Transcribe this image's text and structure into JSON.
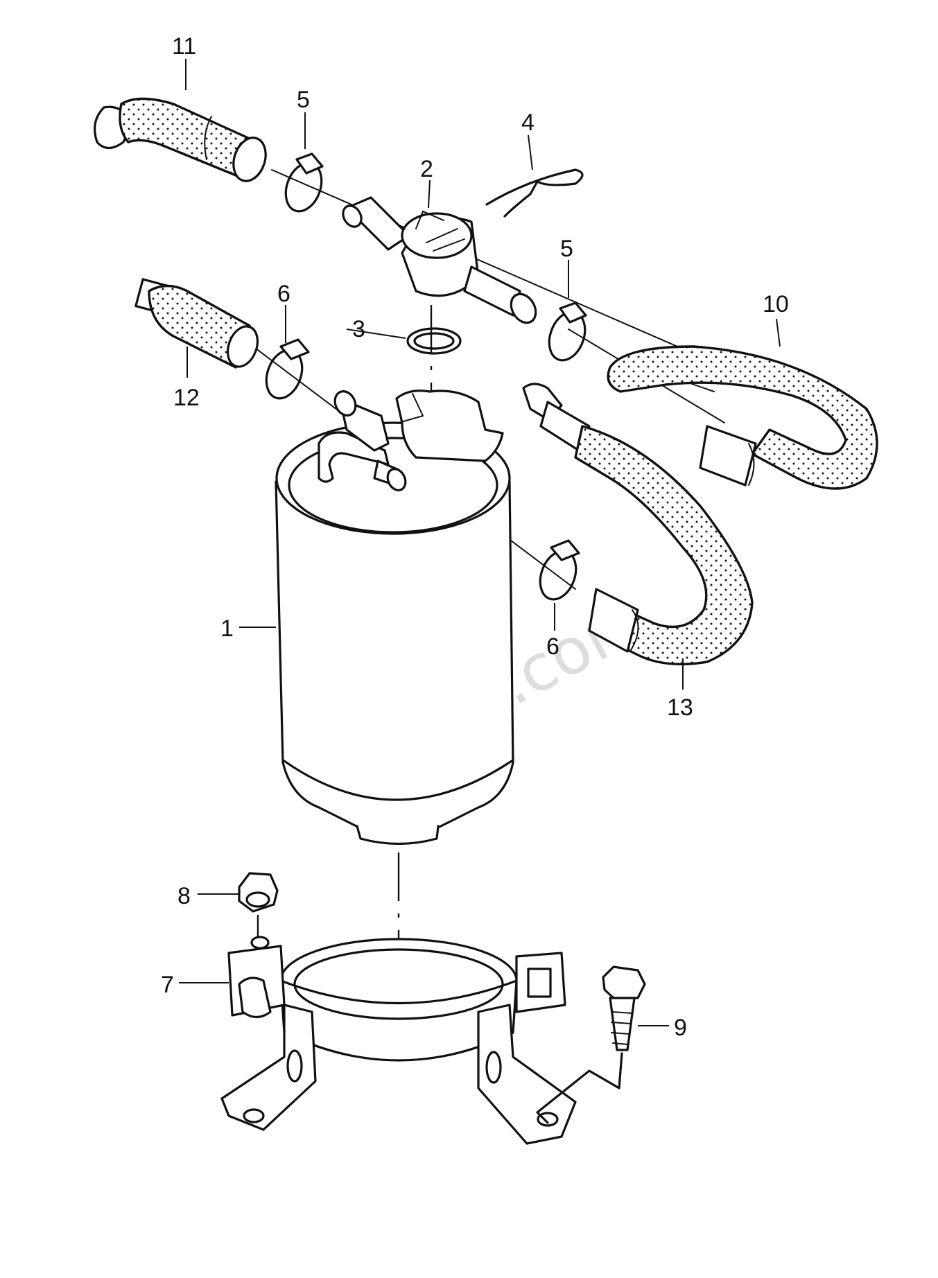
{
  "diagram": {
    "watermark": "7zap.com",
    "colors": {
      "line": "#111111",
      "background": "#ffffff",
      "watermark": "#cfcfcf"
    },
    "callouts": [
      {
        "id": "c1",
        "label": "1"
      },
      {
        "id": "c2",
        "label": "2"
      },
      {
        "id": "c3",
        "label": "3"
      },
      {
        "id": "c4",
        "label": "4"
      },
      {
        "id": "c5a",
        "label": "5"
      },
      {
        "id": "c5b",
        "label": "5"
      },
      {
        "id": "c6a",
        "label": "6"
      },
      {
        "id": "c6b",
        "label": "6"
      },
      {
        "id": "c7",
        "label": "7"
      },
      {
        "id": "c8",
        "label": "8"
      },
      {
        "id": "c9",
        "label": "9"
      },
      {
        "id": "c10",
        "label": "10"
      },
      {
        "id": "c11",
        "label": "11"
      },
      {
        "id": "c12",
        "label": "12"
      },
      {
        "id": "c13",
        "label": "13"
      }
    ]
  }
}
